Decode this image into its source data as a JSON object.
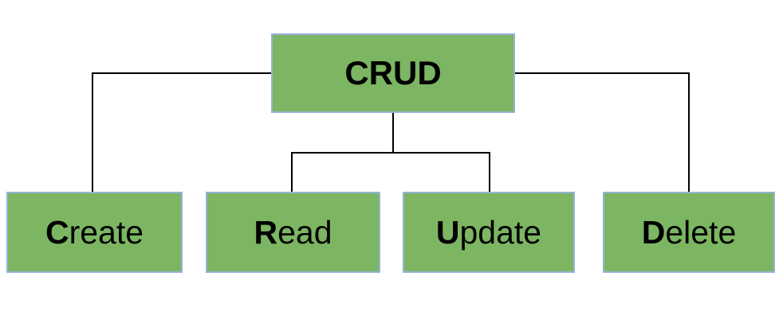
{
  "diagram": {
    "root": {
      "label": "CRUD"
    },
    "children": [
      {
        "label": "Create",
        "bold": "C",
        "rest": "reate"
      },
      {
        "label": "Read",
        "bold": "R",
        "rest": "ead"
      },
      {
        "label": "Update",
        "bold": "U",
        "rest": "pdate"
      },
      {
        "label": "Delete",
        "bold": "D",
        "rest": "elete"
      }
    ]
  },
  "colors": {
    "box_fill": "#7CB662",
    "box_border": "#95B3D7",
    "connector": "#000000",
    "text": "#000000",
    "background": "#FFFFFF"
  }
}
